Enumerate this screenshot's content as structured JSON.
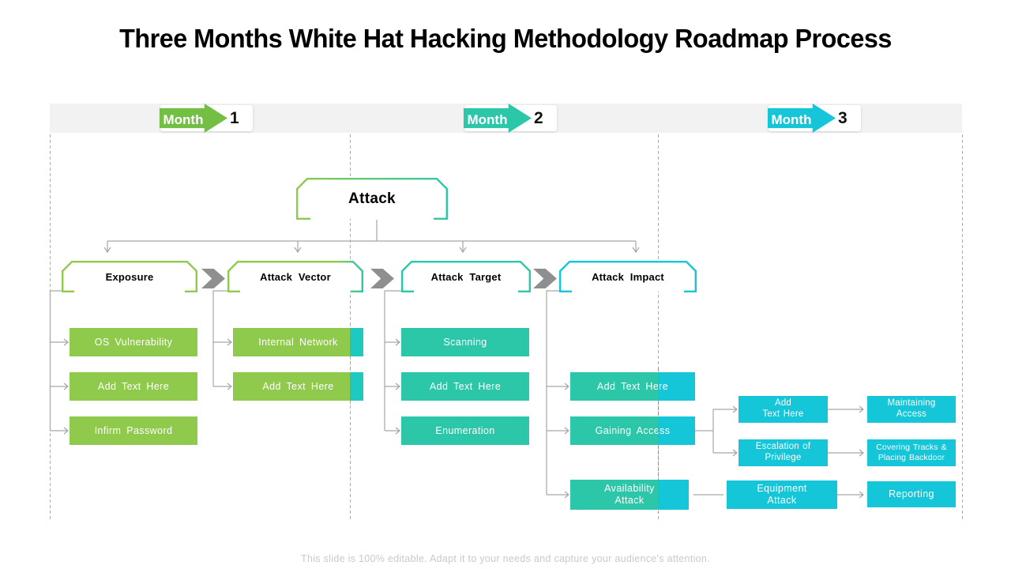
{
  "title": "Three Months White Hat Hacking Methodology Roadmap Process",
  "footer": "This slide is 100% editable. Adapt it to your needs and capture your audience's attention.",
  "colors": {
    "green": "#8fca4d",
    "green_dark": "#72bf44",
    "teal": "#2cc7a9",
    "tail": "#1fc9c0",
    "cyan_bright": "#15c5d8",
    "connector": "#a6a6a6",
    "chevron": "#8f8f8f",
    "bar": "#f2f2f2"
  },
  "timeline": {
    "months": [
      {
        "label": "Month",
        "number": "1"
      },
      {
        "label": "Month",
        "number": "2"
      },
      {
        "label": "Month",
        "number": "3"
      }
    ]
  },
  "board": {
    "attack": "Attack",
    "categories": [
      "Exposure",
      "Attack Vector",
      "Attack Target",
      "Attack Impact"
    ],
    "col1": [
      "OS Vulnerability",
      "Add Text Here",
      "Infirm Password"
    ],
    "col2": [
      "Internal Network",
      "Add Text Here"
    ],
    "col3": [
      "Scanning",
      "Add Text Here",
      "Enumeration"
    ],
    "col4": [
      "Add Text Here",
      "Gaining Access"
    ],
    "availability": "Availability\nAttack",
    "branch": [
      "Add\nText Here",
      "Escalation of\nPrivilege"
    ],
    "outcomes": [
      "Maintaining\nAccess",
      "Covering Tracks &\nPlacing Backdoor"
    ],
    "equipment": "Equipment\nAttack",
    "reporting": "Reporting"
  }
}
